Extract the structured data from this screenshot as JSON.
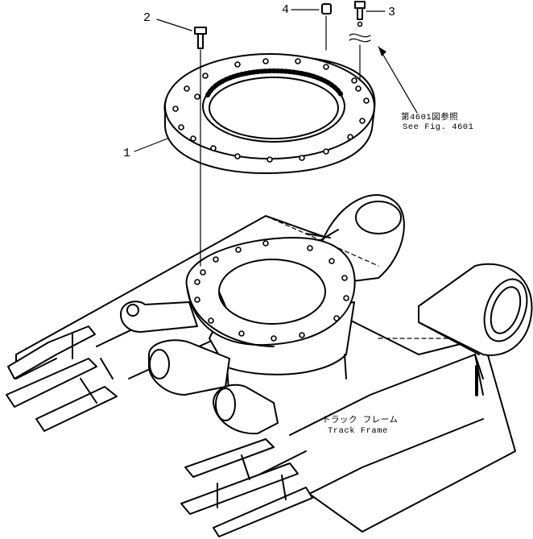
{
  "callouts": {
    "part_1": "1",
    "part_2": "2",
    "part_3": "3",
    "part_4": "4"
  },
  "reference": {
    "jp": "第4601図参照",
    "en": "See Fig. 4601"
  },
  "frame_label": {
    "jp": "トラック フレーム",
    "en": "Track Frame"
  }
}
